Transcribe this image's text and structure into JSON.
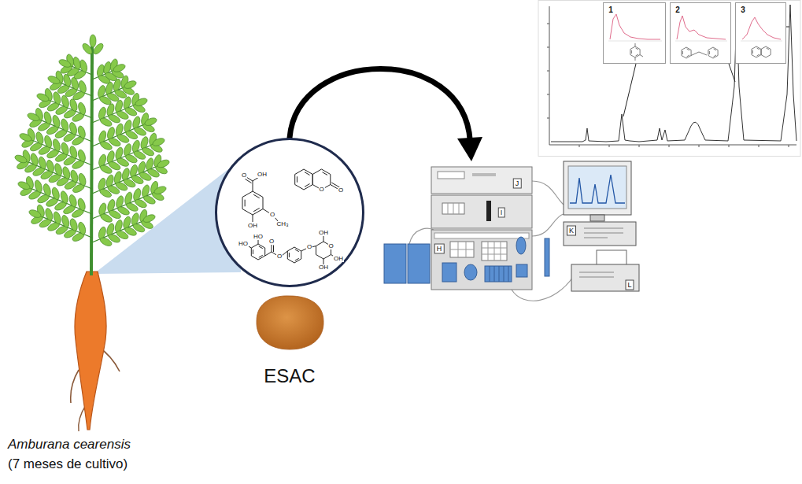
{
  "diagram": {
    "nodes": [
      {
        "text": [
          "O",
          "OH",
          "O",
          "CH₃",
          "OH",
          "O",
          "O",
          "HO",
          "HO",
          "O",
          "O",
          "O",
          "O",
          "OH",
          "OH",
          "OH"
        ]
      },
      {
        "text": [
          "1"
        ]
      },
      {
        "text": [
          "2"
        ]
      },
      {
        "text": [
          "3"
        ]
      },
      {
        "text": [
          "J",
          "I",
          "H"
        ]
      },
      {
        "text": [
          "K"
        ]
      },
      {
        "text": [
          "L"
        ]
      }
    ],
    "edges": [
      {
        "from": 0,
        "to": 4,
        "arrow": "to"
      }
    ],
    "labels": [
      "Amburana cearensis",
      "(7 meses de cultivo)",
      "ESAC"
    ]
  }
}
